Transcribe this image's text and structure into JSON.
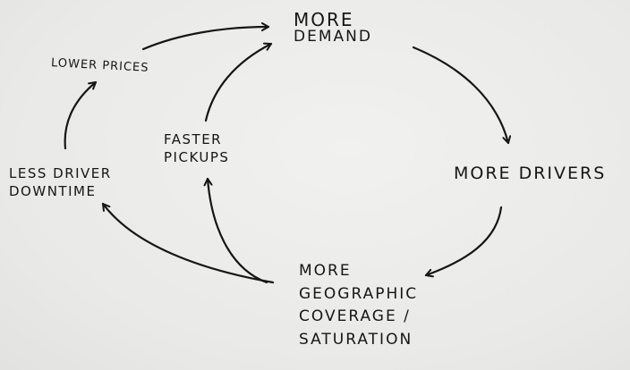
{
  "nodes": {
    "more_demand": [
      "MORE",
      "DEMAND"
    ],
    "more_drivers": [
      "MORE DRIVERS"
    ],
    "more_coverage": [
      "MORE",
      "GEOGRAPHIC",
      "COVERAGE /",
      "SATURATION"
    ],
    "less_downtime": [
      "LESS DRIVER",
      "DOWNTIME"
    ],
    "lower_prices": [
      "LOWER PRICES"
    ],
    "faster_pickups": [
      "FASTER",
      "PICKUPS"
    ]
  },
  "edges": [
    {
      "from": "more_demand",
      "to": "more_drivers"
    },
    {
      "from": "more_drivers",
      "to": "more_coverage"
    },
    {
      "from": "more_coverage",
      "to": "less_downtime"
    },
    {
      "from": "more_coverage",
      "to": "faster_pickups"
    },
    {
      "from": "less_downtime",
      "to": "lower_prices"
    },
    {
      "from": "lower_prices",
      "to": "more_demand"
    },
    {
      "from": "faster_pickups",
      "to": "more_demand"
    }
  ]
}
